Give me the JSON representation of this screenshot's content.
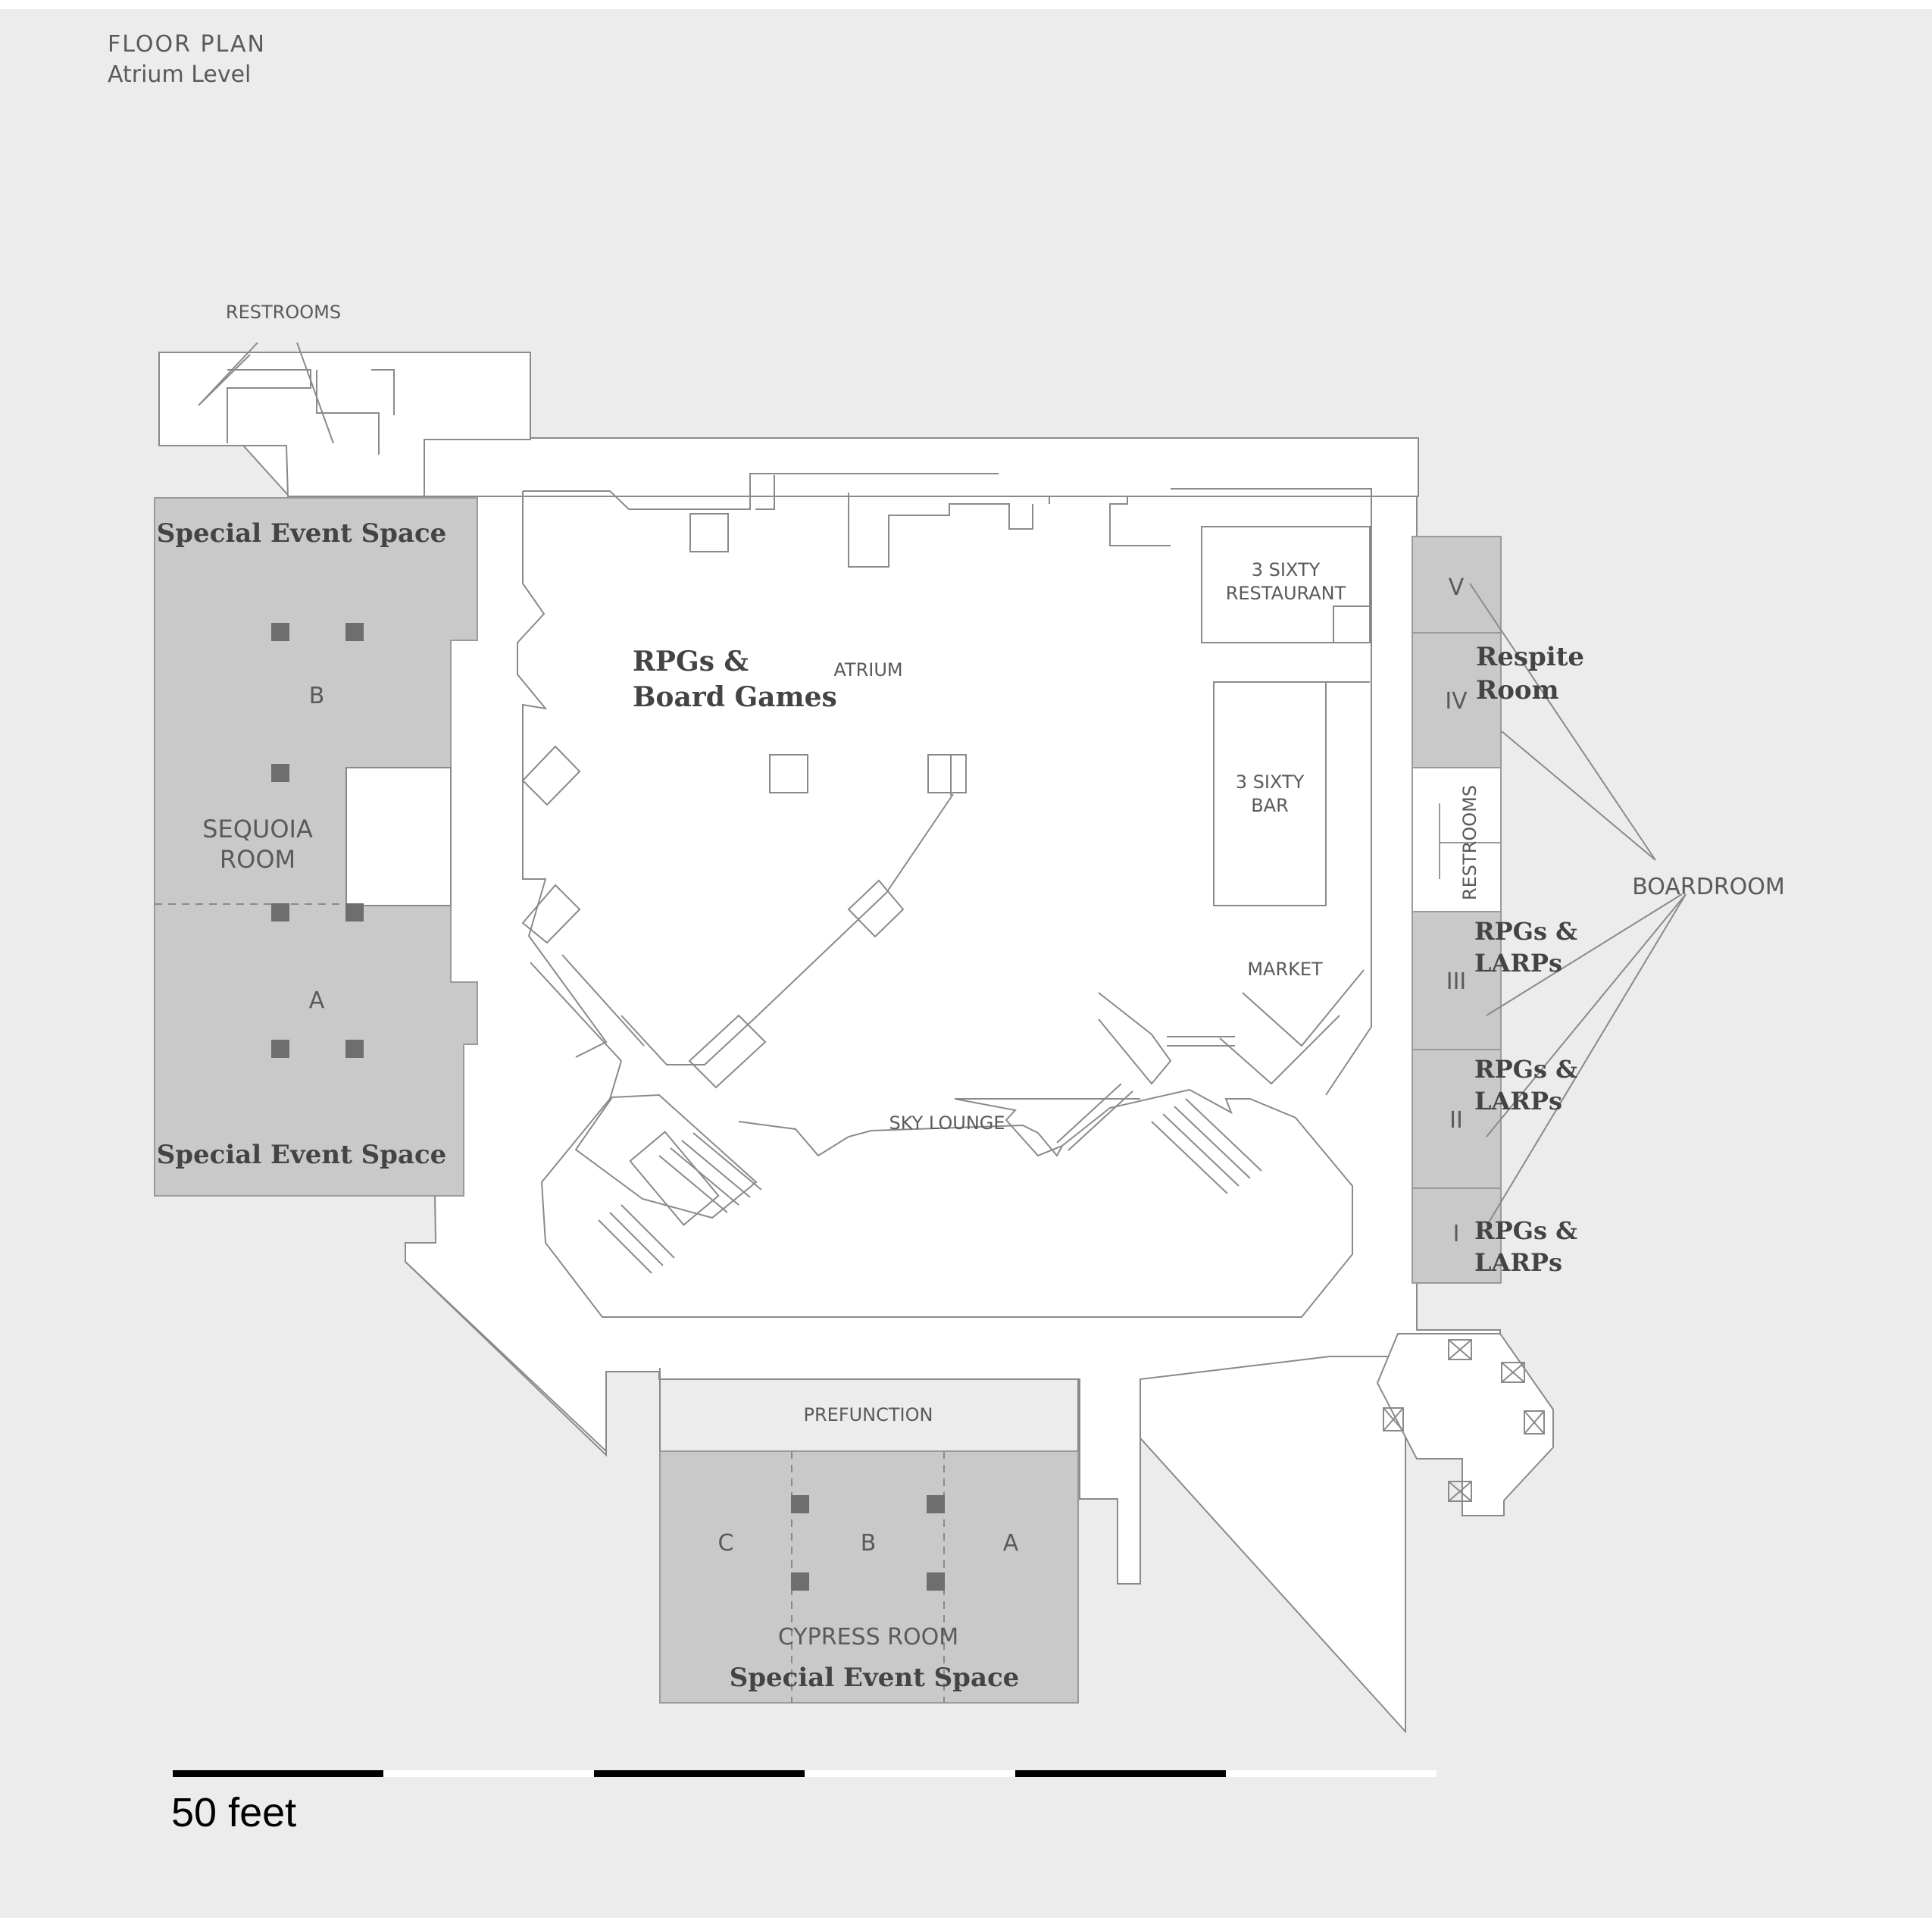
{
  "header": {
    "title": "FLOOR PLAN",
    "subtitle": "Atrium Level"
  },
  "colors": {
    "background": "#ececec",
    "floor": "#ffffff",
    "event_room": "#c9c9c9",
    "pillar": "#6e6e6e",
    "wall": "#8a8a8a"
  },
  "labels": {
    "restrooms_top": "RESTROOMS",
    "sequoia_event_top": "Special Event Space",
    "sequoia_b": "B",
    "sequoia_name_1": "SEQUOIA",
    "sequoia_name_2": "ROOM",
    "sequoia_a": "A",
    "sequoia_event_bottom": "Special Event Space",
    "rpg_board_1": "RPGs &",
    "rpg_board_2": "Board Games",
    "atrium": "ATRIUM",
    "restaurant_1": "3 SIXTY",
    "restaurant_2": "RESTAURANT",
    "bar_1": "3 SIXTY",
    "bar_2": "BAR",
    "market": "MARKET",
    "sky_lounge": "SKY LOUNGE",
    "prefunction": "PREFUNCTION",
    "cypress_c": "C",
    "cypress_b": "B",
    "cypress_a": "A",
    "cypress_name": "CYPRESS ROOM",
    "cypress_event": "Special Event Space",
    "board_v": "V",
    "board_iv": "IV",
    "board_iii": "III",
    "board_ii": "II",
    "board_i": "I",
    "respite_1": "Respite",
    "respite_2": "Room",
    "restrooms_right": "RESTROOMS",
    "boardroom": "BOARDROOM",
    "larp3_1": "RPGs &",
    "larp3_2": "LARPs",
    "larp2_1": "RPGs &",
    "larp2_2": "LARPs",
    "larp1_1": "RPGs &",
    "larp1_2": "LARPs"
  },
  "scale": {
    "label": "50 feet"
  }
}
